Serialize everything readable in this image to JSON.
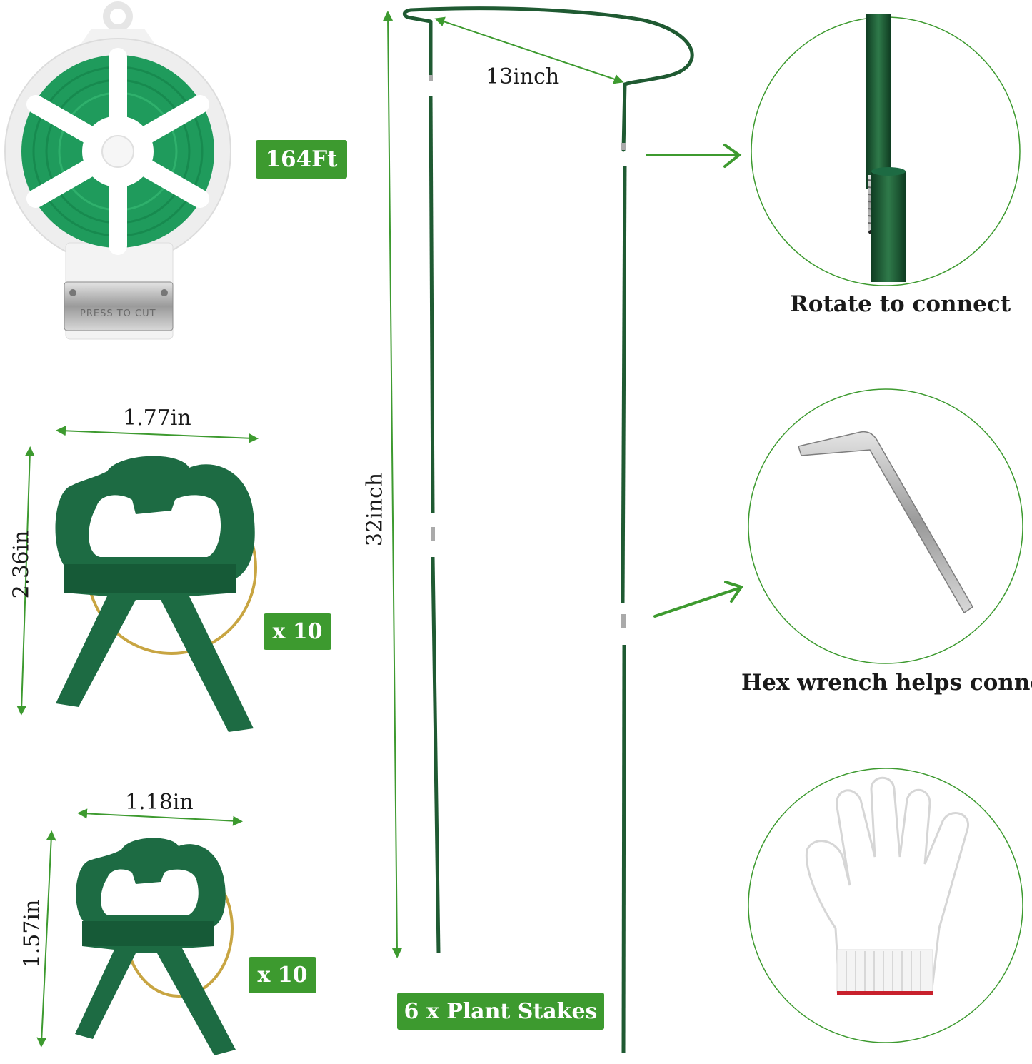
{
  "spool": {
    "badge": "164Ft",
    "label_text": "PRESS TO CUT"
  },
  "large_clip": {
    "width": "1.77in",
    "height": "2.36in",
    "count": "x 10"
  },
  "small_clip": {
    "width": "1.18in",
    "height": "1.57in",
    "count": "x 10"
  },
  "stake": {
    "ring_width": "13inch",
    "height": "32inch",
    "count": "6 x Plant Stakes"
  },
  "details": {
    "rotate_caption": "Rotate to connect",
    "hex_caption": "Hex wrench helps connect"
  },
  "colors": {
    "accent": "#3d9a2f",
    "stake": "#1f5a32",
    "clip": "#1d6b43",
    "wire": "#1f9b5c"
  }
}
